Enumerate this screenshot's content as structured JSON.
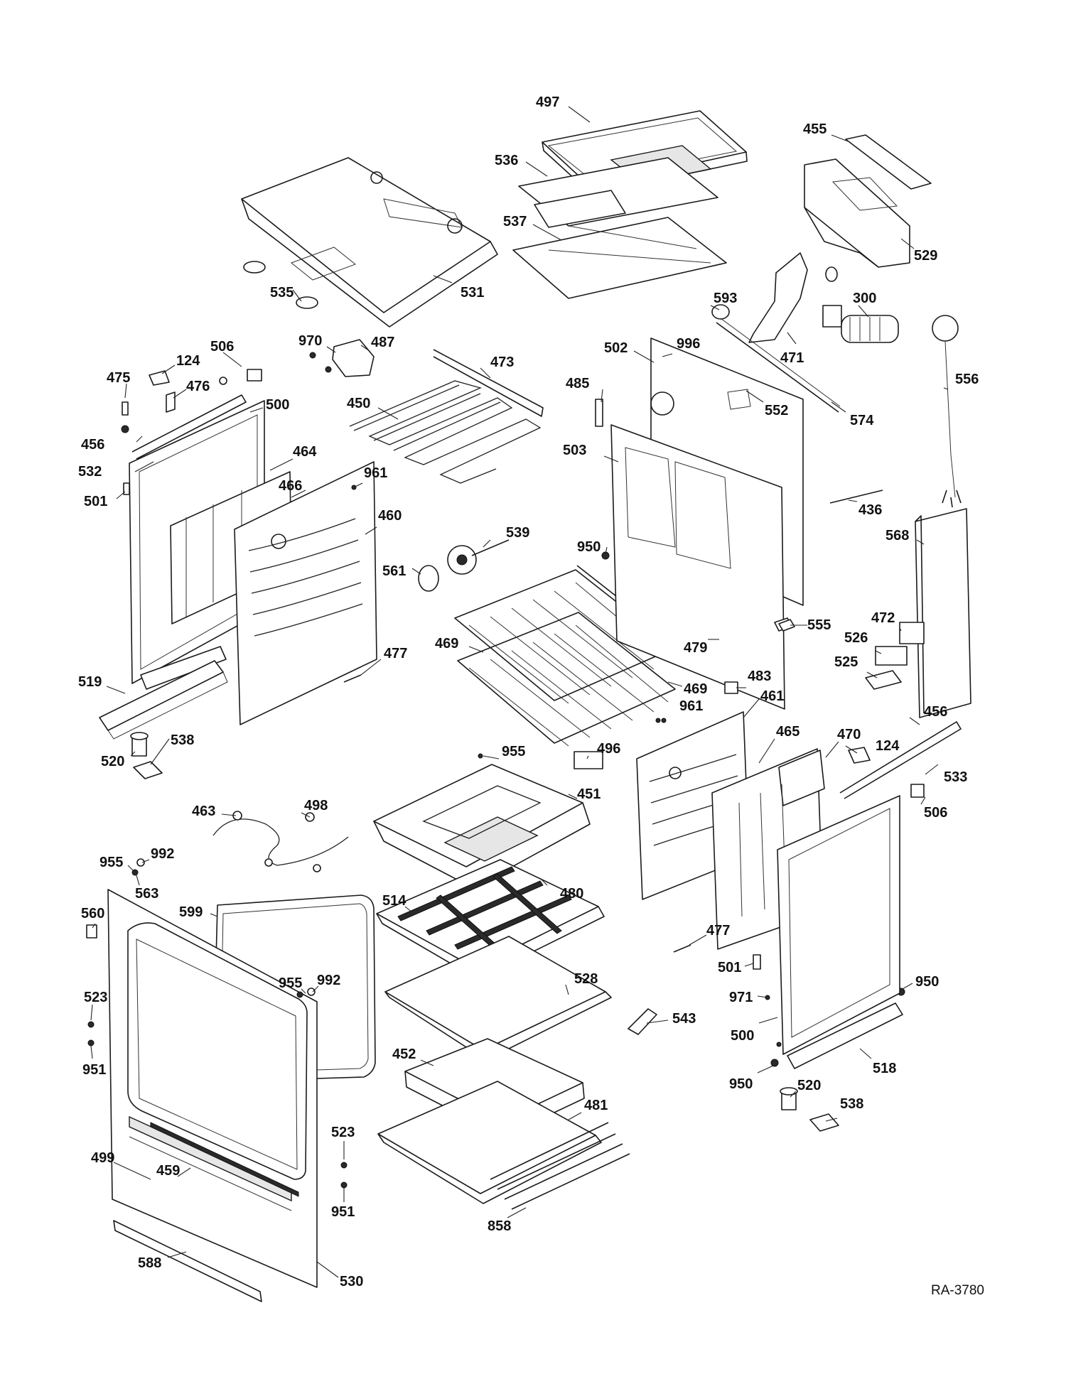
{
  "diagram": {
    "code": "RA-3780",
    "part_numbers": [
      "497",
      "536",
      "537",
      "455",
      "529",
      "531",
      "535",
      "593",
      "300",
      "471",
      "970",
      "487",
      "473",
      "506",
      "124",
      "475",
      "476",
      "500",
      "456",
      "532",
      "501",
      "450",
      "464",
      "466",
      "961",
      "460",
      "485",
      "502",
      "996",
      "552",
      "574",
      "556",
      "503",
      "436",
      "568",
      "950",
      "539",
      "561",
      "469",
      "479",
      "555",
      "472",
      "526",
      "525",
      "477",
      "519",
      "520",
      "538",
      "483",
      "461",
      "465",
      "470",
      "124",
      "456",
      "533",
      "955",
      "496",
      "451",
      "463",
      "498",
      "506",
      "955",
      "992",
      "563",
      "560",
      "599",
      "514",
      "480",
      "477",
      "955",
      "992",
      "523",
      "951",
      "501",
      "971",
      "950",
      "528",
      "543",
      "500",
      "518",
      "452",
      "950",
      "520",
      "538",
      "481",
      "523",
      "499",
      "459",
      "951",
      "588",
      "858",
      "530"
    ]
  }
}
